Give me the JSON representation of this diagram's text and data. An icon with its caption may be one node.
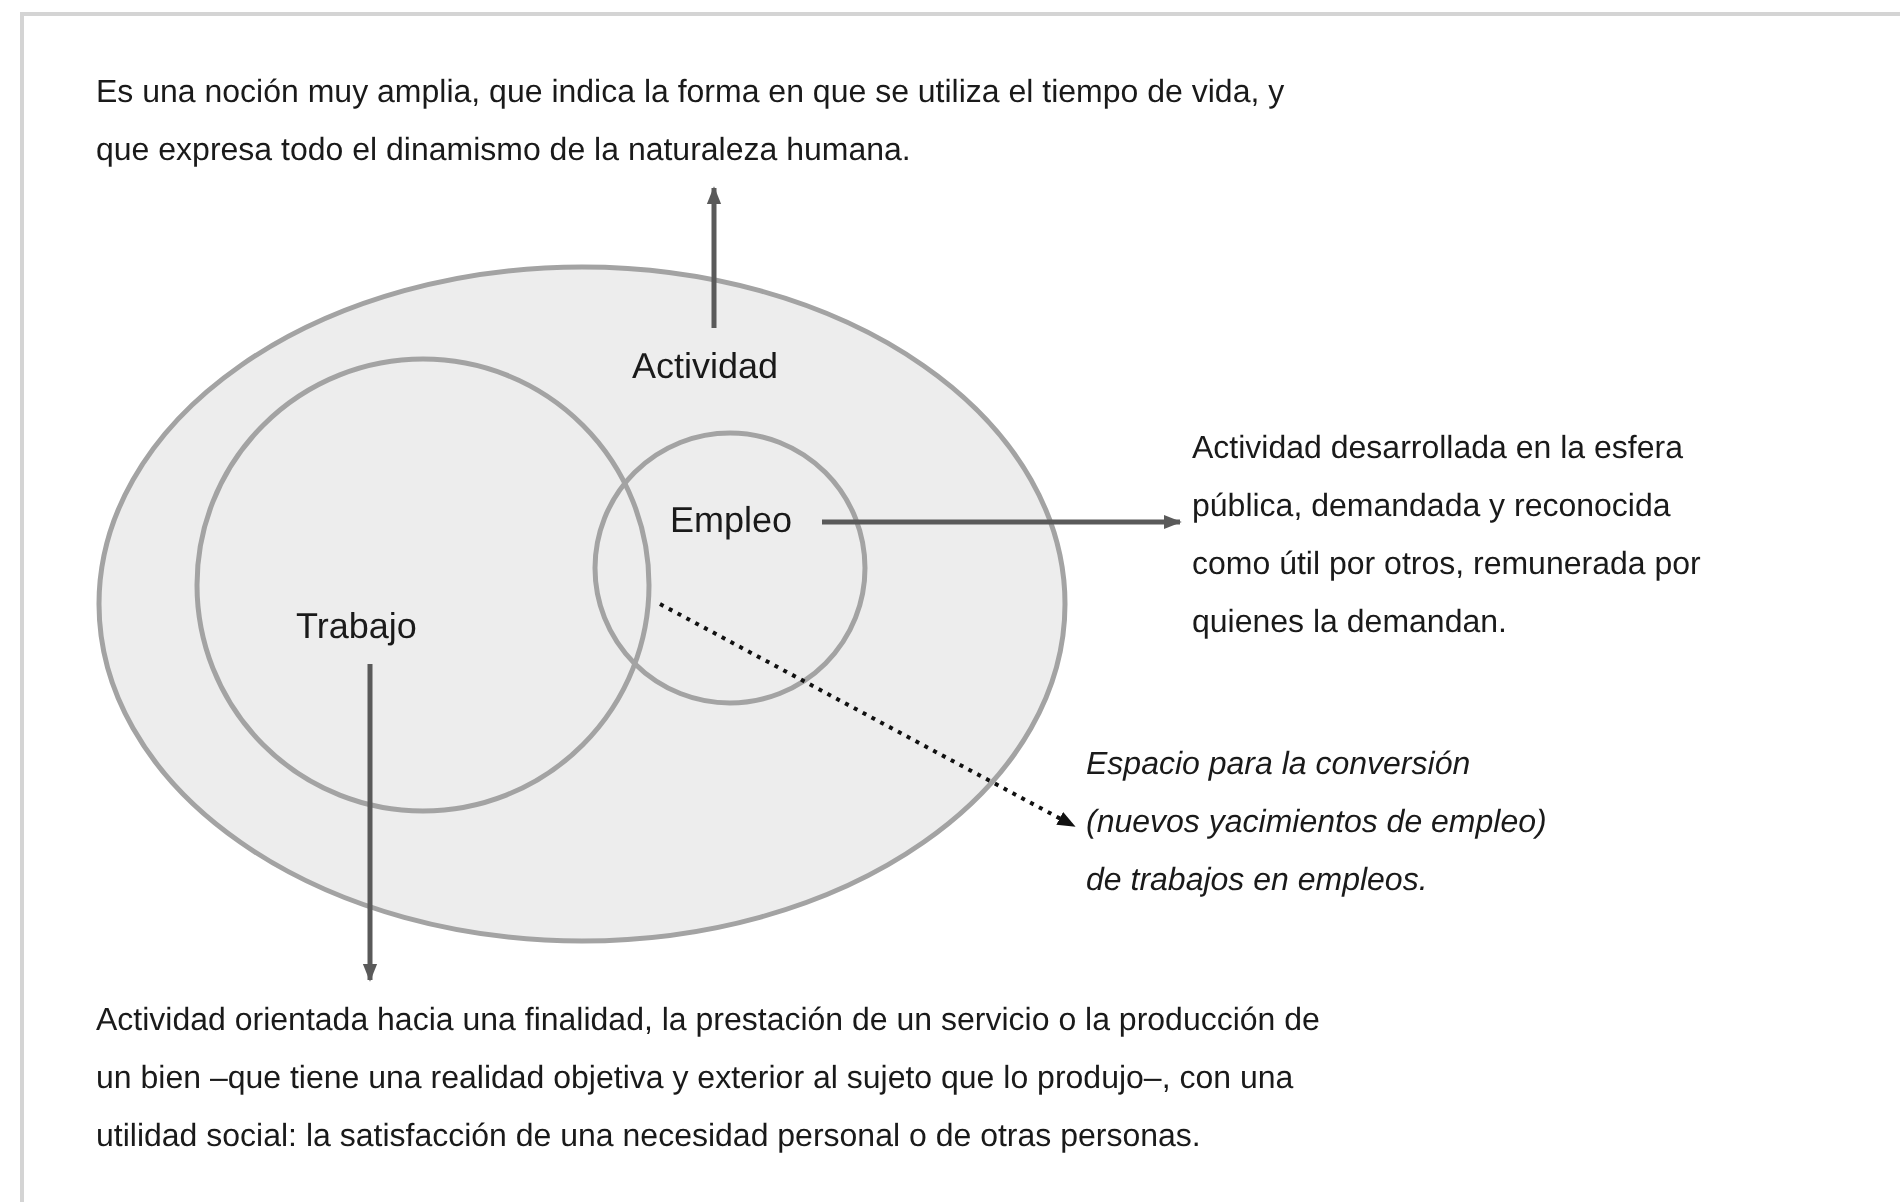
{
  "diagram": {
    "nodes": [
      {
        "text": [
          "Actividad"
        ]
      },
      {
        "text": [
          "Trabajo"
        ],
        "in": 0
      },
      {
        "text": [
          "Empleo"
        ],
        "in": 0
      },
      {
        "text": [
          "Es una noción muy amplia, que indica la forma en que se utiliza el tiempo de vida, y que expresa todo el dinamismo de la naturaleza humana."
        ]
      },
      {
        "text": [
          "Actividad desarrollada en la esfera pública, demandada y reconocida como útil por otros, remunerada por quienes la demandan."
        ]
      },
      {
        "text": [
          "Espacio para la conversión (nuevos yacimientos de empleo) de trabajos en empleos."
        ]
      },
      {
        "text": [
          "Actividad orientada hacia una finalidad, la prestación de un servicio o la producción de un bien –que tiene una realidad objetiva y exterior al sujeto que lo produjo–, con una utilidad social: la satisfacción de una necesidad personal o de otras personas."
        ]
      }
    ],
    "edges": [
      {
        "from": 0,
        "to": 3,
        "arrow": "to"
      },
      {
        "from": 2,
        "to": 4,
        "arrow": "to"
      },
      {
        "from": 1,
        "to": 6,
        "arrow": "to"
      },
      {
        "from": 2,
        "to": 5,
        "arrow": "to",
        "style": "dashed",
        "color": "#111111"
      }
    ]
  }
}
